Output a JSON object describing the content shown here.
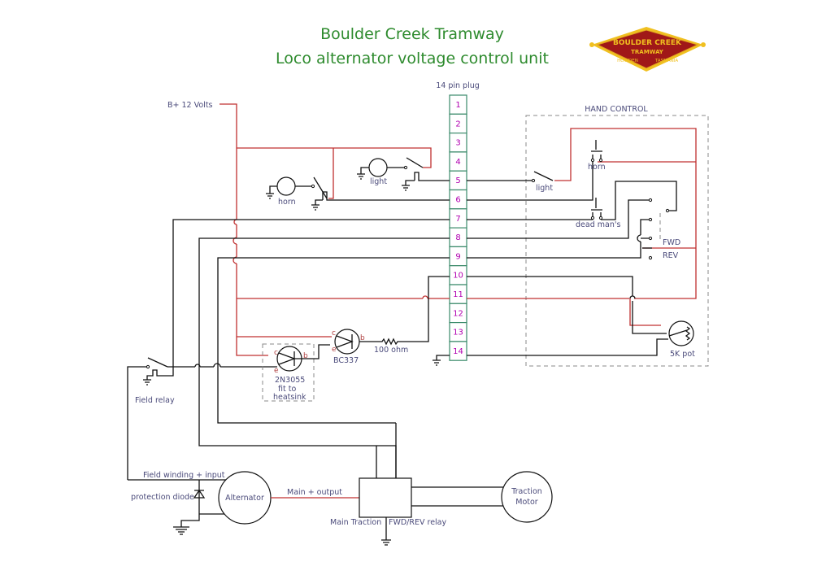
{
  "header": {
    "title_line1": "Boulder Creek Tramway",
    "title_line2": "Loco alternator voltage control unit"
  },
  "logo": {
    "line1": "BOULDER CREEK",
    "line2": "TRAMWAY",
    "line3_left": "HOWDEN",
    "line3_right": "TASMANIA",
    "fill_color": "#a01818",
    "border_color": "#f0c020"
  },
  "plug": {
    "label": "14 pin plug",
    "pins": [
      "1",
      "2",
      "3",
      "4",
      "5",
      "6",
      "7",
      "8",
      "9",
      "10",
      "11",
      "12",
      "13",
      "14"
    ]
  },
  "labels": {
    "supply": "B+ 12 Volts",
    "horn_lamp": "horn",
    "light_lamp": "light",
    "hand_control": "HAND CONTROL",
    "hc_light": "light",
    "hc_horn": "horn",
    "hc_deadman": "dead man's",
    "hc_fwd": "FWD",
    "hc_rev": "REV",
    "pot": "5K pot",
    "resistor": "100 ohm",
    "bc337": "BC337",
    "n3055": "2N3055",
    "fit_to": "fit to",
    "heatsink": "heatsink",
    "field_relay": "Field relay",
    "field_winding": "Field winding + input",
    "protection_diode": "protection diode",
    "alternator": "Alternator",
    "main_output": "Main + output",
    "main_traction": "Main Traction",
    "fwd_rev_relay": "FWD/REV relay",
    "traction_motor_1": "Traction",
    "traction_motor_2": "Motor",
    "pin_c": "c",
    "pin_b": "b",
    "pin_e": "e"
  },
  "colors": {
    "title": "#2e8b2e",
    "positive_wire": "#c03030",
    "wire": "#111111",
    "pin_number": "#b000b0",
    "plug_border": "#3a8a6a"
  }
}
